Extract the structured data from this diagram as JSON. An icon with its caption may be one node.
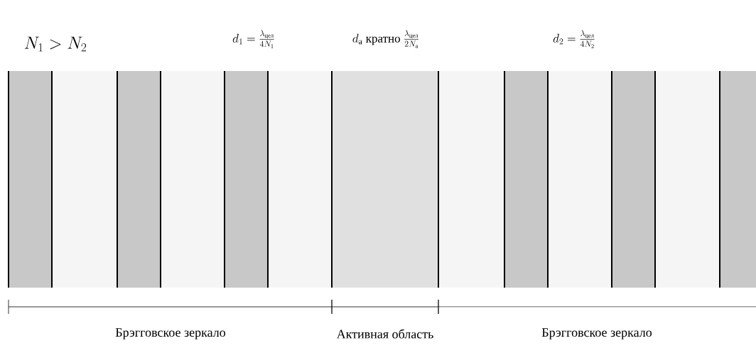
{
  "diagram": {
    "labels": [
      "N_1 > N_2",
      "d_1 = \\frac{\\lambda_{\\text{цел}}}{4N_1}",
      "d_{\\text{а}}\\ \\text{кратно}\\ \\frac{\\lambda_{\\text{цел}}}{2N_{\\text{а}}}",
      "d_2 = \\frac{\\lambda_{\\text{цел}}}{4N_2}",
      "Брэгговское зеркало",
      "Активная область",
      "Брэгговское зеркало"
    ]
  }
}
